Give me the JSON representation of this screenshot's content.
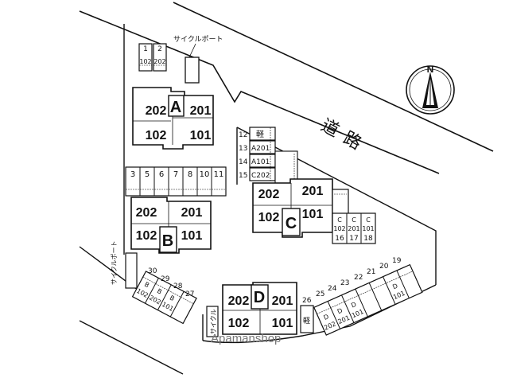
{
  "building_a": {
    "letter": "A",
    "units": [
      "202",
      "201",
      "102",
      "101"
    ]
  },
  "building_b": {
    "letter": "B",
    "units": [
      "202",
      "201",
      "102",
      "101"
    ]
  },
  "building_c": {
    "letter": "C",
    "units": [
      "202",
      "201",
      "102",
      "101"
    ]
  },
  "building_d": {
    "letter": "D",
    "units": [
      "202",
      "201",
      "102",
      "101"
    ]
  },
  "small_units": {
    "b102": "102",
    "b202": "202",
    "b101": "101",
    "c102": "102",
    "c201": "201",
    "c101": "101",
    "d202": "202",
    "d201": "201",
    "d101": "101"
  },
  "parking_left": {
    "numbers": [
      "3",
      "5",
      "6",
      "7",
      "8",
      "10",
      "11"
    ]
  },
  "parking_top": [
    {
      "num": "1",
      "sub": "102"
    },
    {
      "num": "2",
      "sub": "202"
    }
  ],
  "parking_mid": [
    {
      "num": "12",
      "label": "軽"
    },
    {
      "num": "13",
      "label": "A201"
    },
    {
      "num": "14",
      "label": "A101"
    },
    {
      "num": "15",
      "label": "C202"
    }
  ],
  "parking_c_nums": [
    "16",
    "17",
    "18"
  ],
  "parking_bottom_left_nums": [
    "30",
    "29",
    "28",
    "27"
  ],
  "parking_bottom_right_nums": [
    "26",
    "25",
    "24",
    "23",
    "22",
    "21",
    "20",
    "19"
  ],
  "kei_label": "軽",
  "road_label": "道路",
  "cycle_port_top": "サイクルポート",
  "cycle_port_left": "サイクルポート",
  "cycle_port_bottom": "サイクル",
  "compass_label": "N",
  "watermark": "Apamanshop"
}
